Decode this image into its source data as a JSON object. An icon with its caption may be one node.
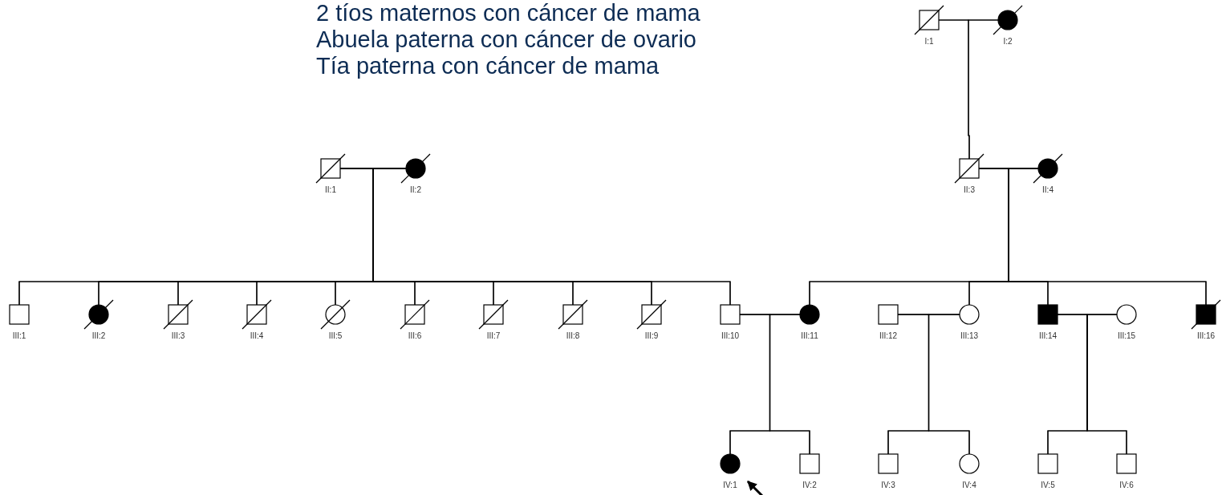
{
  "diagram": {
    "nodes": [
      {
        "text": [
          "I:1"
        ]
      },
      {
        "text": [
          "I:2"
        ]
      },
      {
        "text": [
          "II:1"
        ]
      },
      {
        "text": [
          "II:2"
        ]
      },
      {
        "text": [
          "II:3"
        ]
      },
      {
        "text": [
          "II:4"
        ]
      },
      {
        "text": [
          "III:1"
        ]
      },
      {
        "text": [
          "III:2"
        ]
      },
      {
        "text": [
          "III:3"
        ]
      },
      {
        "text": [
          "III:4"
        ]
      },
      {
        "text": [
          "III:5"
        ]
      },
      {
        "text": [
          "III:6"
        ]
      },
      {
        "text": [
          "III:7"
        ]
      },
      {
        "text": [
          "III:8"
        ]
      },
      {
        "text": [
          "III:9"
        ]
      },
      {
        "text": [
          "III:10"
        ]
      },
      {
        "text": [
          "III:11"
        ]
      },
      {
        "text": [
          "III:12"
        ]
      },
      {
        "text": [
          "III:13"
        ]
      },
      {
        "text": [
          "III:14"
        ]
      },
      {
        "text": [
          "III:15"
        ]
      },
      {
        "text": [
          "III:16"
        ]
      },
      {
        "text": [
          "IV:1"
        ]
      },
      {
        "text": [
          "IV:2"
        ]
      },
      {
        "text": [
          "IV:3"
        ]
      },
      {
        "text": [
          "IV:4"
        ]
      },
      {
        "text": [
          "IV:5"
        ]
      },
      {
        "text": [
          "IV:6"
        ]
      }
    ],
    "edges": [
      {
        "from": 0,
        "to": 1,
        "arrow": "none"
      },
      {
        "from": 2,
        "to": 3,
        "arrow": "none"
      },
      {
        "from": 4,
        "to": 5,
        "arrow": "none"
      },
      {
        "from": 15,
        "to": 16,
        "arrow": "none"
      },
      {
        "from": 17,
        "to": 18,
        "arrow": "none"
      },
      {
        "from": 19,
        "to": 20,
        "arrow": "none"
      },
      {
        "from": 0,
        "to": 4,
        "arrow": "none"
      },
      {
        "from": 1,
        "to": 4,
        "arrow": "none"
      },
      {
        "from": 2,
        "to": 6,
        "arrow": "none"
      },
      {
        "from": 2,
        "to": 7,
        "arrow": "none"
      },
      {
        "from": 2,
        "to": 8,
        "arrow": "none"
      },
      {
        "from": 2,
        "to": 9,
        "arrow": "none"
      },
      {
        "from": 2,
        "to": 10,
        "arrow": "none"
      },
      {
        "from": 2,
        "to": 11,
        "arrow": "none"
      },
      {
        "from": 2,
        "to": 12,
        "arrow": "none"
      },
      {
        "from": 2,
        "to": 13,
        "arrow": "none"
      },
      {
        "from": 2,
        "to": 14,
        "arrow": "none"
      },
      {
        "from": 2,
        "to": 15,
        "arrow": "none"
      },
      {
        "from": 3,
        "to": 6,
        "arrow": "none"
      },
      {
        "from": 3,
        "to": 7,
        "arrow": "none"
      },
      {
        "from": 3,
        "to": 8,
        "arrow": "none"
      },
      {
        "from": 3,
        "to": 9,
        "arrow": "none"
      },
      {
        "from": 3,
        "to": 10,
        "arrow": "none"
      },
      {
        "from": 3,
        "to": 11,
        "arrow": "none"
      },
      {
        "from": 3,
        "to": 12,
        "arrow": "none"
      },
      {
        "from": 3,
        "to": 13,
        "arrow": "none"
      },
      {
        "from": 3,
        "to": 14,
        "arrow": "none"
      },
      {
        "from": 3,
        "to": 15,
        "arrow": "none"
      },
      {
        "from": 4,
        "to": 16,
        "arrow": "none"
      },
      {
        "from": 4,
        "to": 18,
        "arrow": "none"
      },
      {
        "from": 4,
        "to": 19,
        "arrow": "none"
      },
      {
        "from": 4,
        "to": 21,
        "arrow": "none"
      },
      {
        "from": 5,
        "to": 16,
        "arrow": "none"
      },
      {
        "from": 5,
        "to": 18,
        "arrow": "none"
      },
      {
        "from": 5,
        "to": 19,
        "arrow": "none"
      },
      {
        "from": 5,
        "to": 21,
        "arrow": "none"
      },
      {
        "from": 15,
        "to": 22,
        "arrow": "none"
      },
      {
        "from": 15,
        "to": 23,
        "arrow": "none"
      },
      {
        "from": 16,
        "to": 22,
        "arrow": "none"
      },
      {
        "from": 16,
        "to": 23,
        "arrow": "none"
      },
      {
        "from": 17,
        "to": 24,
        "arrow": "none"
      },
      {
        "from": 17,
        "to": 25,
        "arrow": "none"
      },
      {
        "from": 18,
        "to": 24,
        "arrow": "none"
      },
      {
        "from": 18,
        "to": 25,
        "arrow": "none"
      },
      {
        "from": 19,
        "to": 26,
        "arrow": "none"
      },
      {
        "from": 19,
        "to": 27,
        "arrow": "none"
      },
      {
        "from": 20,
        "to": 26,
        "arrow": "none"
      },
      {
        "from": 20,
        "to": 27,
        "arrow": "none"
      },
      {
        "from": null,
        "to": 22,
        "arrow": "to"
      }
    ],
    "labels": [
      "2 tíos maternos con cáncer de mama",
      "Abuela paterna con cáncer de ovario",
      "Tía paterna con cáncer de mama"
    ]
  }
}
